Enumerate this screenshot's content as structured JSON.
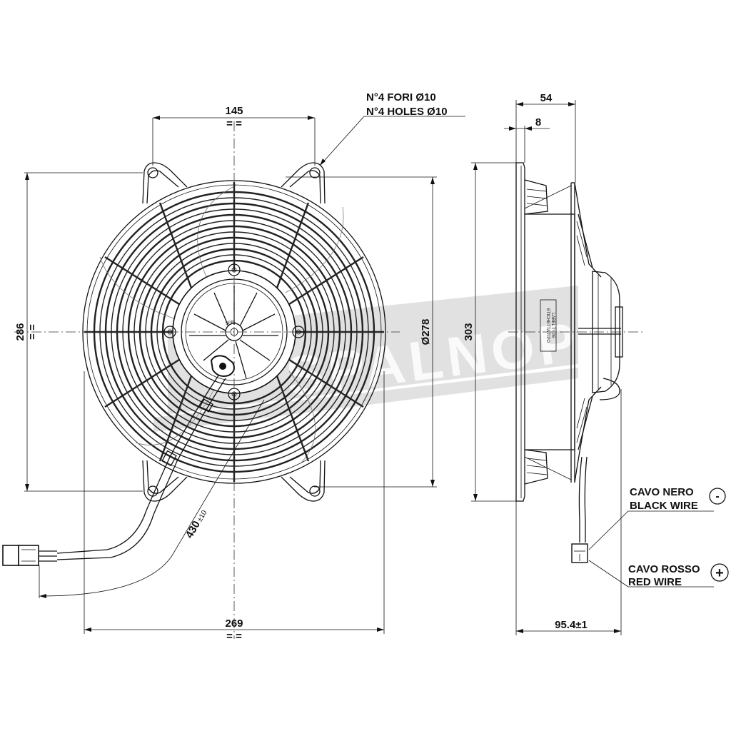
{
  "front_view": {
    "dim_top": "145",
    "dim_top_marks": "= =",
    "dim_left": "286",
    "dim_left_marks": "= =",
    "dim_diameter": "Ø278",
    "dim_bottom": "269",
    "dim_bottom_marks": "= =",
    "cable_length_main": "430",
    "cable_length_tol": "±10",
    "holes_note_line1": "N°4 FORI Ø10",
    "holes_note_line2": "N°4 HOLES Ø10"
  },
  "side_view": {
    "dim_depth_total": "54",
    "dim_flange": "8",
    "dim_height": "303",
    "dim_bottom": "95.4±1",
    "label_line1": "ETICHETTA TIPO",
    "label_line2": "LABEL TYPE"
  },
  "wires": {
    "black_it": "CAVO NERO",
    "black_en": "BLACK WIRE",
    "black_symbol": "-",
    "red_it": "CAVO ROSSO",
    "red_en": "RED WIRE",
    "red_symbol": "+"
  },
  "watermark": "SPALNOPIU",
  "colors": {
    "line": "#111111",
    "watermark": "#c8c8c8"
  }
}
